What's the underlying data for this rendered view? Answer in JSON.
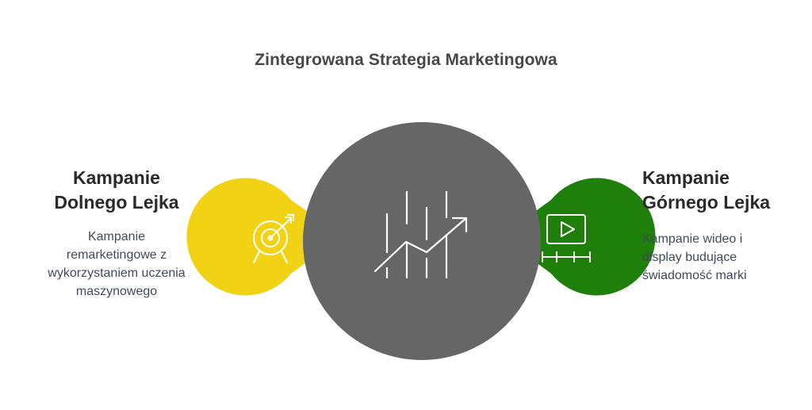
{
  "title": "Zintegrowana Strategia Marketingowa",
  "center": {
    "icon": "growth-chart-icon",
    "color": "#666666"
  },
  "left": {
    "title_line1": "Kampanie",
    "title_line2": "Dolnego Lejka",
    "desc_line1": "Kampanie",
    "desc_line2": "remarketingowe z",
    "desc_line3": "wykorzystaniem uczenia",
    "desc_line4": "maszynowego",
    "icon": "target-icon",
    "color": "#f2d214"
  },
  "right": {
    "title_line1": "Kampanie",
    "title_line2": "Górnego Lejka",
    "desc_line1": "Kampanie wideo i",
    "desc_line2": "display budujące",
    "desc_line3": "świadomość marki",
    "icon": "video-timeline-icon",
    "color": "#1e7f0a"
  }
}
